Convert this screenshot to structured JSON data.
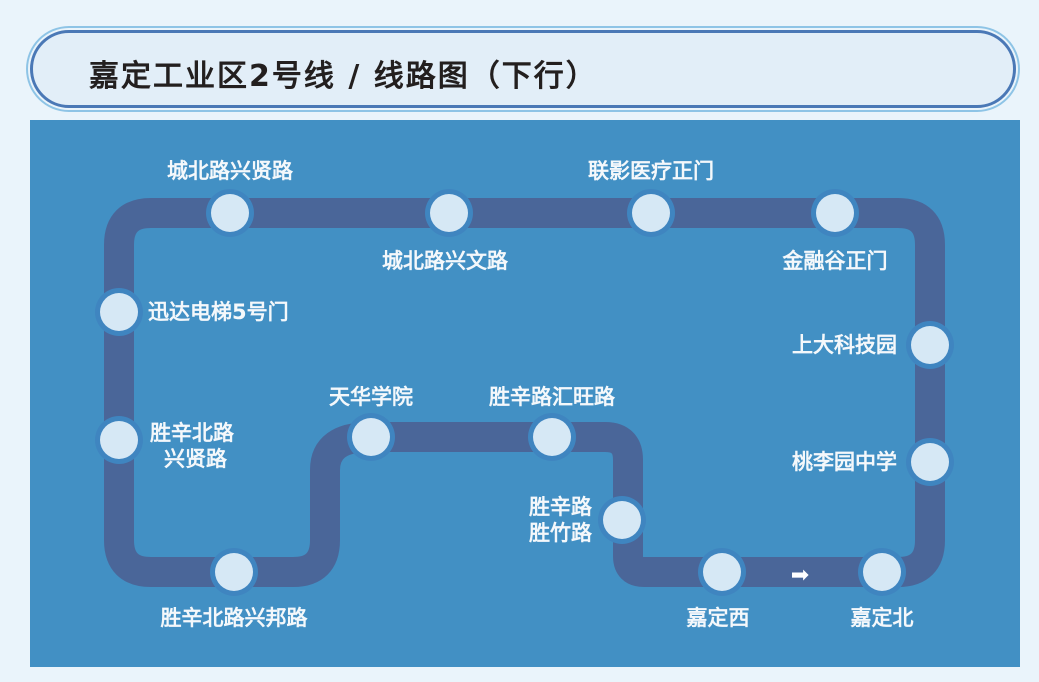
{
  "title": "嘉定工业区2号线 / 线路图（下行）",
  "colors": {
    "background": "#eaf4fb",
    "panel": "#4290c4",
    "track": "#4a6699",
    "station_fill": "#d6e8f5",
    "station_ring": "#3f85c0",
    "label": "#f4f8fb",
    "title_text": "#231f1f",
    "title_border": "#4a78b6"
  },
  "direction": "下行",
  "direction_arrow": "➡",
  "stations": [
    {
      "name": "城北路兴贤路"
    },
    {
      "name": "城北路兴文路"
    },
    {
      "name": "联影医疗正门"
    },
    {
      "name": "金融谷正门"
    },
    {
      "name": "上大科技园"
    },
    {
      "name": "桃李园中学"
    },
    {
      "name": "嘉定北"
    },
    {
      "name": "嘉定西"
    },
    {
      "name": "胜辛路胜竹路",
      "line1": "胜辛路",
      "line2": "胜竹路"
    },
    {
      "name": "胜辛路汇旺路"
    },
    {
      "name": "天华学院"
    },
    {
      "name": "胜辛北路兴邦路"
    },
    {
      "name": "胜辛北路兴贤路",
      "line1": "胜辛北路",
      "line2": "兴贤路"
    },
    {
      "name": "迅达电梯5号门"
    }
  ]
}
